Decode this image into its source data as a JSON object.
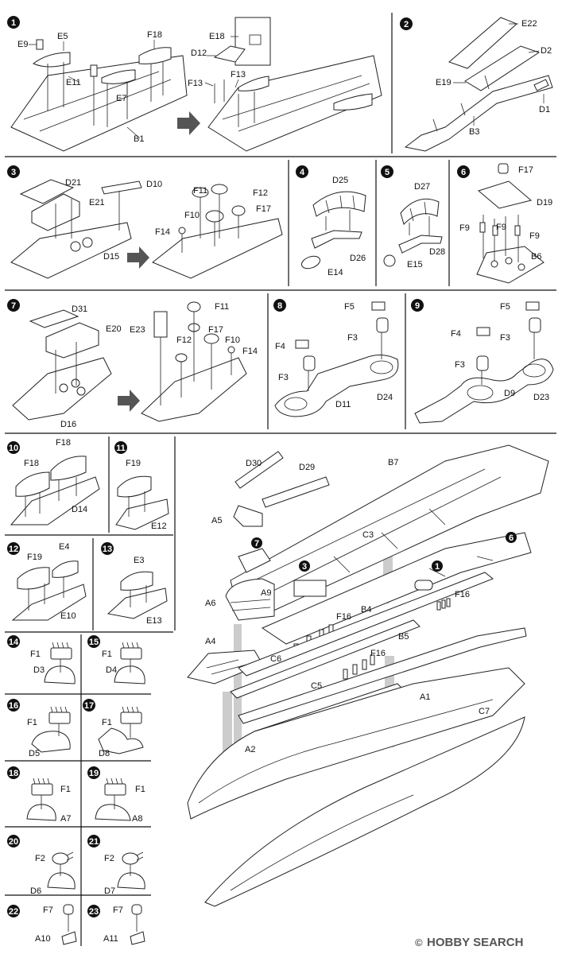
{
  "steps": [
    {
      "number": "1",
      "labels": [
        "E9",
        "E5",
        "E11",
        "E7",
        "B1",
        "F18",
        "E18",
        "D12",
        "F13",
        "F13"
      ]
    },
    {
      "number": "2",
      "labels": [
        "E22",
        "D2",
        "E19",
        "D1",
        "B3"
      ]
    },
    {
      "number": "3",
      "labels": [
        "D21",
        "E21",
        "D15",
        "D10",
        "F11",
        "F12",
        "F10",
        "F17",
        "F14"
      ]
    },
    {
      "number": "4",
      "labels": [
        "D25",
        "D26",
        "E14"
      ]
    },
    {
      "number": "5",
      "labels": [
        "D27",
        "D28",
        "E15"
      ]
    },
    {
      "number": "6",
      "labels": [
        "F17",
        "D19",
        "F9",
        "F9",
        "F9",
        "B6"
      ]
    },
    {
      "number": "7",
      "labels": [
        "D31",
        "E20",
        "D16",
        "E23",
        "F11",
        "F17",
        "F12",
        "F10",
        "F14"
      ]
    },
    {
      "number": "8",
      "labels": [
        "F5",
        "F4",
        "F3",
        "F3",
        "D11",
        "D24"
      ]
    },
    {
      "number": "9",
      "labels": [
        "F5",
        "F4",
        "F3",
        "F3",
        "D9",
        "D23"
      ]
    },
    {
      "number": "10",
      "labels": [
        "F18",
        "F18",
        "D14"
      ]
    },
    {
      "number": "11",
      "labels": [
        "F19",
        "E12"
      ]
    },
    {
      "number": "12",
      "labels": [
        "F19",
        "E4",
        "E10"
      ]
    },
    {
      "number": "13",
      "labels": [
        "E3",
        "E13"
      ]
    },
    {
      "number": "14",
      "labels": [
        "F1",
        "D3"
      ]
    },
    {
      "number": "15",
      "labels": [
        "F1",
        "D4"
      ]
    },
    {
      "number": "16",
      "labels": [
        "F1",
        "D5"
      ]
    },
    {
      "number": "17",
      "labels": [
        "F1",
        "D8"
      ]
    },
    {
      "number": "18",
      "labels": [
        "F1",
        "A7"
      ]
    },
    {
      "number": "19",
      "labels": [
        "F1",
        "A8"
      ]
    },
    {
      "number": "20",
      "labels": [
        "F2",
        "D6"
      ]
    },
    {
      "number": "21",
      "labels": [
        "F2",
        "D7"
      ]
    },
    {
      "number": "22",
      "labels": [
        "F7",
        "A10"
      ]
    },
    {
      "number": "23",
      "labels": [
        "F7",
        "A11"
      ]
    }
  ],
  "main_assembly": {
    "labels": [
      "D30",
      "D29",
      "B7",
      "A5",
      "C3",
      "A9",
      "A6",
      "F16",
      "F16",
      "F16",
      "B4",
      "A4",
      "C6",
      "B5",
      "C5",
      "A1",
      "C7",
      "A2"
    ],
    "step_markers": [
      "7",
      "3",
      "1",
      "6"
    ]
  },
  "watermark": {
    "prefix": "©",
    "brand": "HOBBY SEARCH"
  }
}
